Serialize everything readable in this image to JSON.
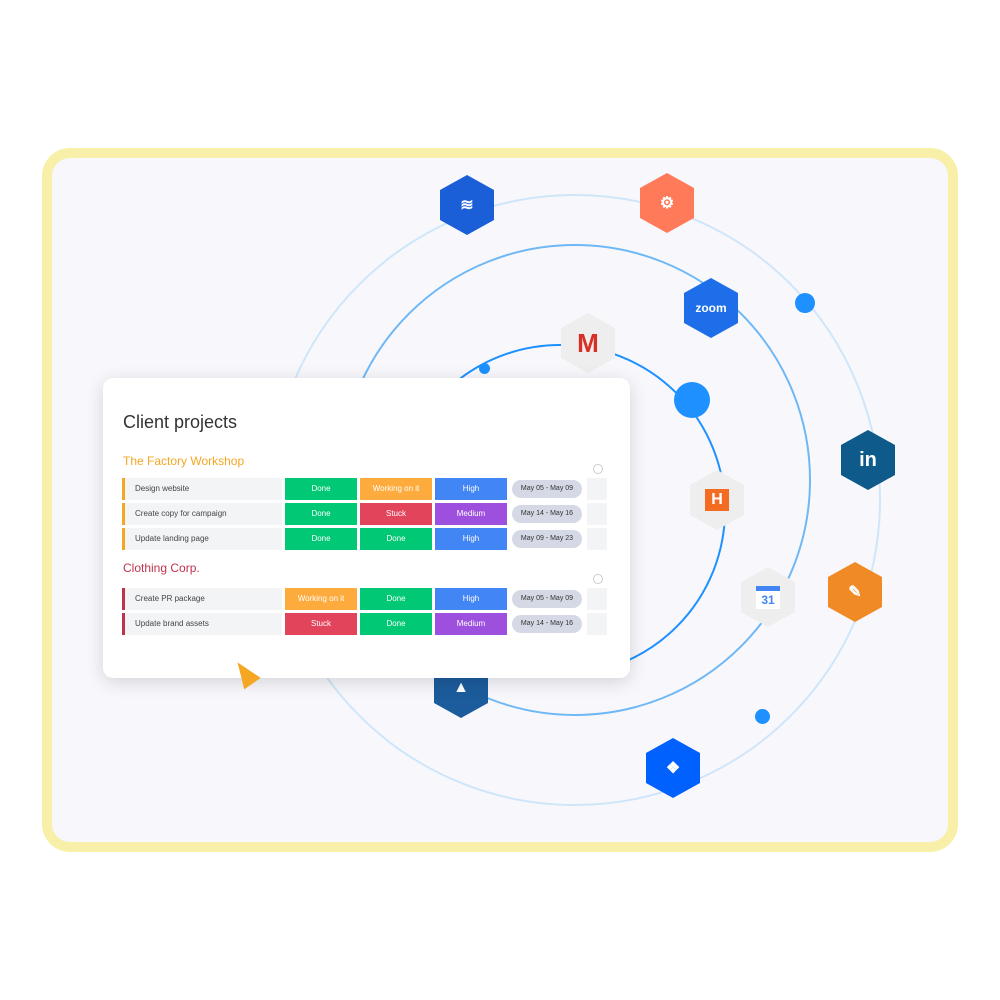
{
  "board": {
    "title": "Client projects",
    "groups": [
      {
        "name": "The Factory Workshop",
        "color": "#f5a623",
        "rows": [
          {
            "task": "Design website",
            "s1": "Done",
            "s2": "Working on it",
            "p": "High",
            "date": "May 05 - May 09"
          },
          {
            "task": "Create copy for campaign",
            "s1": "Done",
            "s2": "Stuck",
            "p": "Medium",
            "date": "May 14 - May 16"
          },
          {
            "task": "Update landing page",
            "s1": "Done",
            "s2": "Done",
            "p": "High",
            "date": "May 09 - May 23"
          }
        ]
      },
      {
        "name": "Clothing Corp.",
        "color": "#c0334d",
        "rows": [
          {
            "task": "Create PR package",
            "s1": "Working on it",
            "s2": "Done",
            "p": "High",
            "date": "May 05 - May 09"
          },
          {
            "task": "Update brand assets",
            "s1": "Stuck",
            "s2": "Done",
            "p": "Medium",
            "date": "May 14 - May 16"
          }
        ]
      }
    ]
  },
  "integrations": {
    "zoom": "zoom",
    "hours": "H",
    "calendar": "31",
    "linkedin": "in"
  },
  "colors": {
    "Done": "#00c875",
    "Working on it": "#fdab3d",
    "Stuck": "#e2445c",
    "High": "#4285f4",
    "Medium": "#9d50dd"
  }
}
